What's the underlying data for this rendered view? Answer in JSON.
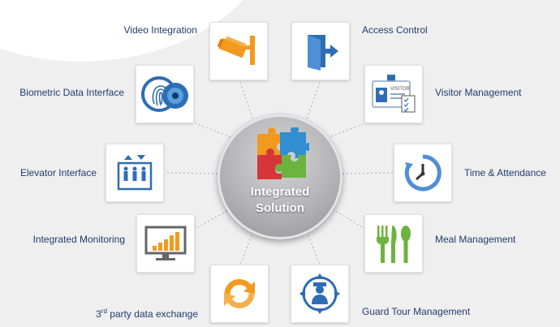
{
  "center": {
    "line1": "Integrated",
    "line2": "Solution"
  },
  "features": {
    "video": {
      "label": "Video Integration",
      "icon": "cctv-camera-icon"
    },
    "access": {
      "label": "Access Control",
      "icon": "door-exit-icon"
    },
    "biometric": {
      "label": "Biometric Data Interface",
      "icon": "fingerprint-eye-icon"
    },
    "visitor": {
      "label": "Visitor Management",
      "icon": "visitor-badge-icon"
    },
    "elevator": {
      "label": "Elevator Interface",
      "icon": "elevator-icon"
    },
    "time": {
      "label": "Time & Attendance",
      "icon": "clock-icon"
    },
    "monitor": {
      "label": "Integrated Monitoring",
      "icon": "monitor-chart-icon"
    },
    "meal": {
      "label": "Meal Management",
      "icon": "cutlery-icon"
    },
    "thirdparty": {
      "label_prefix": "3",
      "label_sup": "rd",
      "label_rest": " party data exchange",
      "icon": "exchange-arrows-icon"
    },
    "guard": {
      "label": "Guard Tour Management",
      "icon": "guard-patrol-icon"
    }
  },
  "colors": {
    "label_text": "#1f3d6e",
    "icon_blue": "#2e6db4",
    "icon_orange": "#f39a1e",
    "icon_green": "#6cb33f"
  }
}
